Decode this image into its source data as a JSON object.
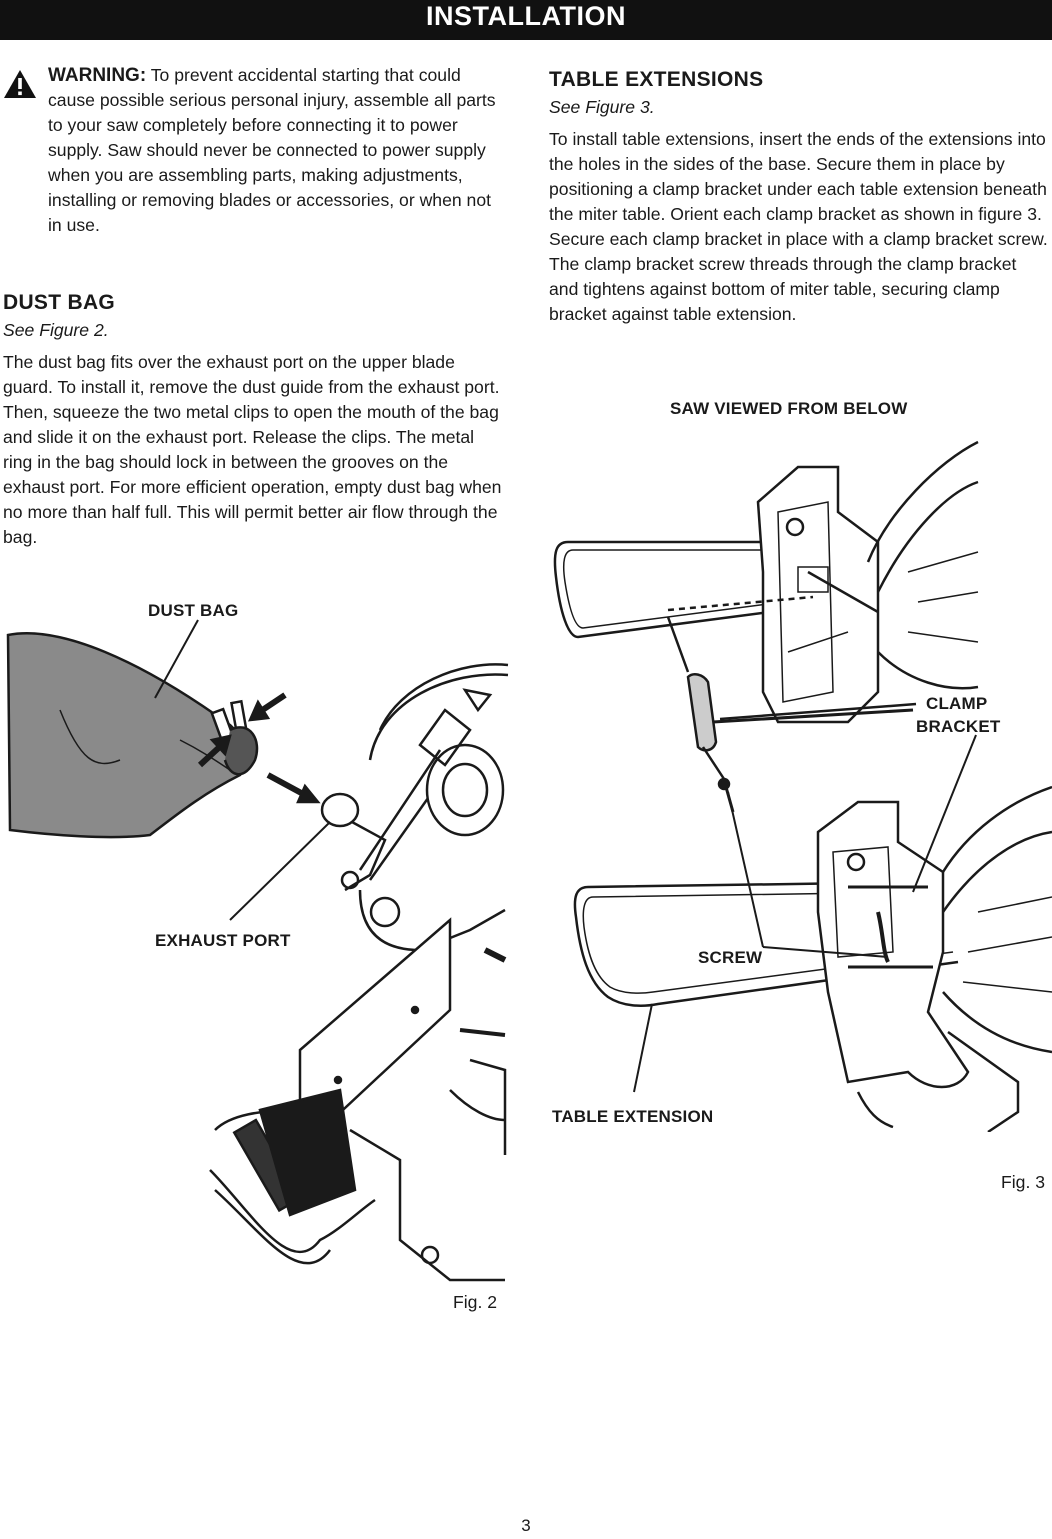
{
  "banner": {
    "title": "INSTALLATION"
  },
  "warning": {
    "label": "WARNING:",
    "text": "To prevent accidental starting that could cause possible serious personal injury, assemble all parts to your saw completely before connecting it to power supply. Saw should never be connected to power supply when you are assembling parts, making adjustments, installing or removing blades or accessories, or when not in use."
  },
  "dust_bag": {
    "heading": "DUST BAG",
    "see": "See Figure 2.",
    "body": "The dust bag fits over the exhaust port on the upper blade guard. To install it, remove the dust guide from the exhaust port. Then, squeeze the two metal clips to open the mouth of the bag and slide it on the exhaust port. Release the clips. The metal ring in the bag should lock in between the grooves on the exhaust port. For more efficient operation, empty dust bag when no more than half full. This will permit better air flow through the bag."
  },
  "table_extensions": {
    "heading": "TABLE EXTENSIONS",
    "see": "See Figure 3.",
    "body": "To install table extensions, insert the ends of the extensions into the holes in the sides of the base. Secure them in place by positioning a clamp bracket under each table extension beneath the miter table. Orient each clamp bracket as shown in figure 3. Secure each clamp bracket in place with a clamp bracket screw. The clamp bracket screw threads through the clamp bracket and tightens against bottom of miter table, securing clamp bracket against table extension."
  },
  "fig2": {
    "callout_dust_bag": "DUST BAG",
    "callout_exhaust_port": "EXHAUST PORT",
    "label": "Fig. 2"
  },
  "fig3": {
    "caption_top": "SAW VIEWED FROM  BELOW",
    "callout_clamp": "CLAMP",
    "callout_bracket": "BRACKET",
    "callout_screw": "SCREW",
    "callout_table_extension": "TABLE EXTENSION",
    "label": "Fig. 3"
  },
  "page": {
    "number": "3"
  },
  "colors": {
    "banner_bg": "#111111",
    "banner_text": "#ffffff",
    "ink": "#1a1a1a",
    "bag_fill": "#8a8a8a"
  }
}
